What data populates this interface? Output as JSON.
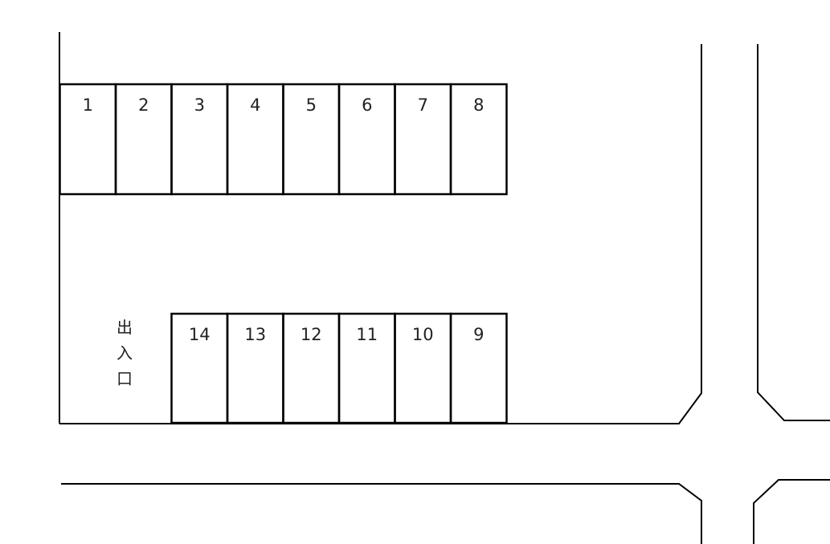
{
  "top_row": {
    "spaces": [
      "1",
      "2",
      "3",
      "4",
      "5",
      "6",
      "7",
      "8"
    ]
  },
  "bottom_row": {
    "spaces": [
      "14",
      "13",
      "12",
      "11",
      "10",
      "9"
    ]
  },
  "entrance_label": [
    "出",
    "入",
    "口"
  ],
  "colors": {
    "line": "#000000",
    "background": "#ffffff"
  }
}
